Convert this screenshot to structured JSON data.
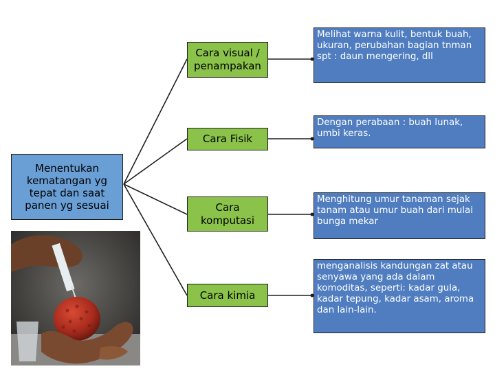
{
  "root": {
    "label": "Menentukan kematangan yg tepat dan saat panen yg sesuai"
  },
  "methods": [
    {
      "label": "Cara visual / penampakan",
      "description": "Melihat warna kulit, bentuk buah, ukuran, perubahan bagian tnman spt : daun mengering, dll"
    },
    {
      "label": "Cara Fisik",
      "description": "Dengan perabaan : buah lunak, umbi keras."
    },
    {
      "label": "Cara komputasi",
      "description": "Menghitung umur tanaman sejak tanam atau umur buah dari mulai bunga mekar"
    },
    {
      "label": "Cara kimia",
      "description": "menganalisis kandungan zat atau senyawa yang ada dalam komoditas, seperti: kadar gula, kadar tepung, kadar asam, aroma dan lain-lain."
    }
  ],
  "colors": {
    "root_fill": "#6a9fd6",
    "method_fill": "#8ac24a",
    "description_fill": "#4f7dc0",
    "line": "#1e1e1e"
  },
  "photo": {
    "icon": "fruit-injection-photo"
  }
}
